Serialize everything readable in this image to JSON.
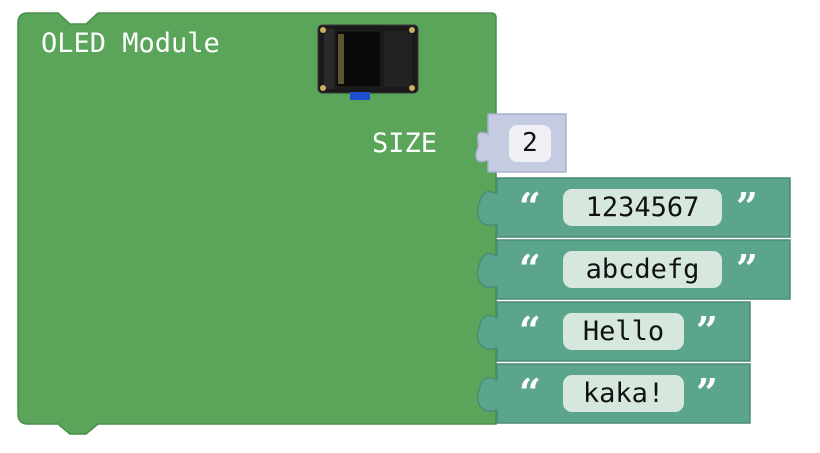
{
  "block": {
    "title": "OLED Module",
    "image_icon": "oled-display-module-image",
    "input_label": "SIZE",
    "size_value": "2",
    "colors": {
      "block": "#5ba55b",
      "block_border": "#4a8e4a",
      "number_block": "#c5cbe0",
      "text_block": "#5ba58c",
      "text_block_border": "#4a8c75",
      "field_bg": "#d6e8dd"
    }
  },
  "strings": [
    {
      "open_quote": "“",
      "value": "1234567",
      "close_quote": "”"
    },
    {
      "open_quote": "“",
      "value": "abcdefg",
      "close_quote": "”"
    },
    {
      "open_quote": "“",
      "value": "Hello",
      "close_quote": "”"
    },
    {
      "open_quote": "“",
      "value": "kaka!",
      "close_quote": "”"
    }
  ]
}
